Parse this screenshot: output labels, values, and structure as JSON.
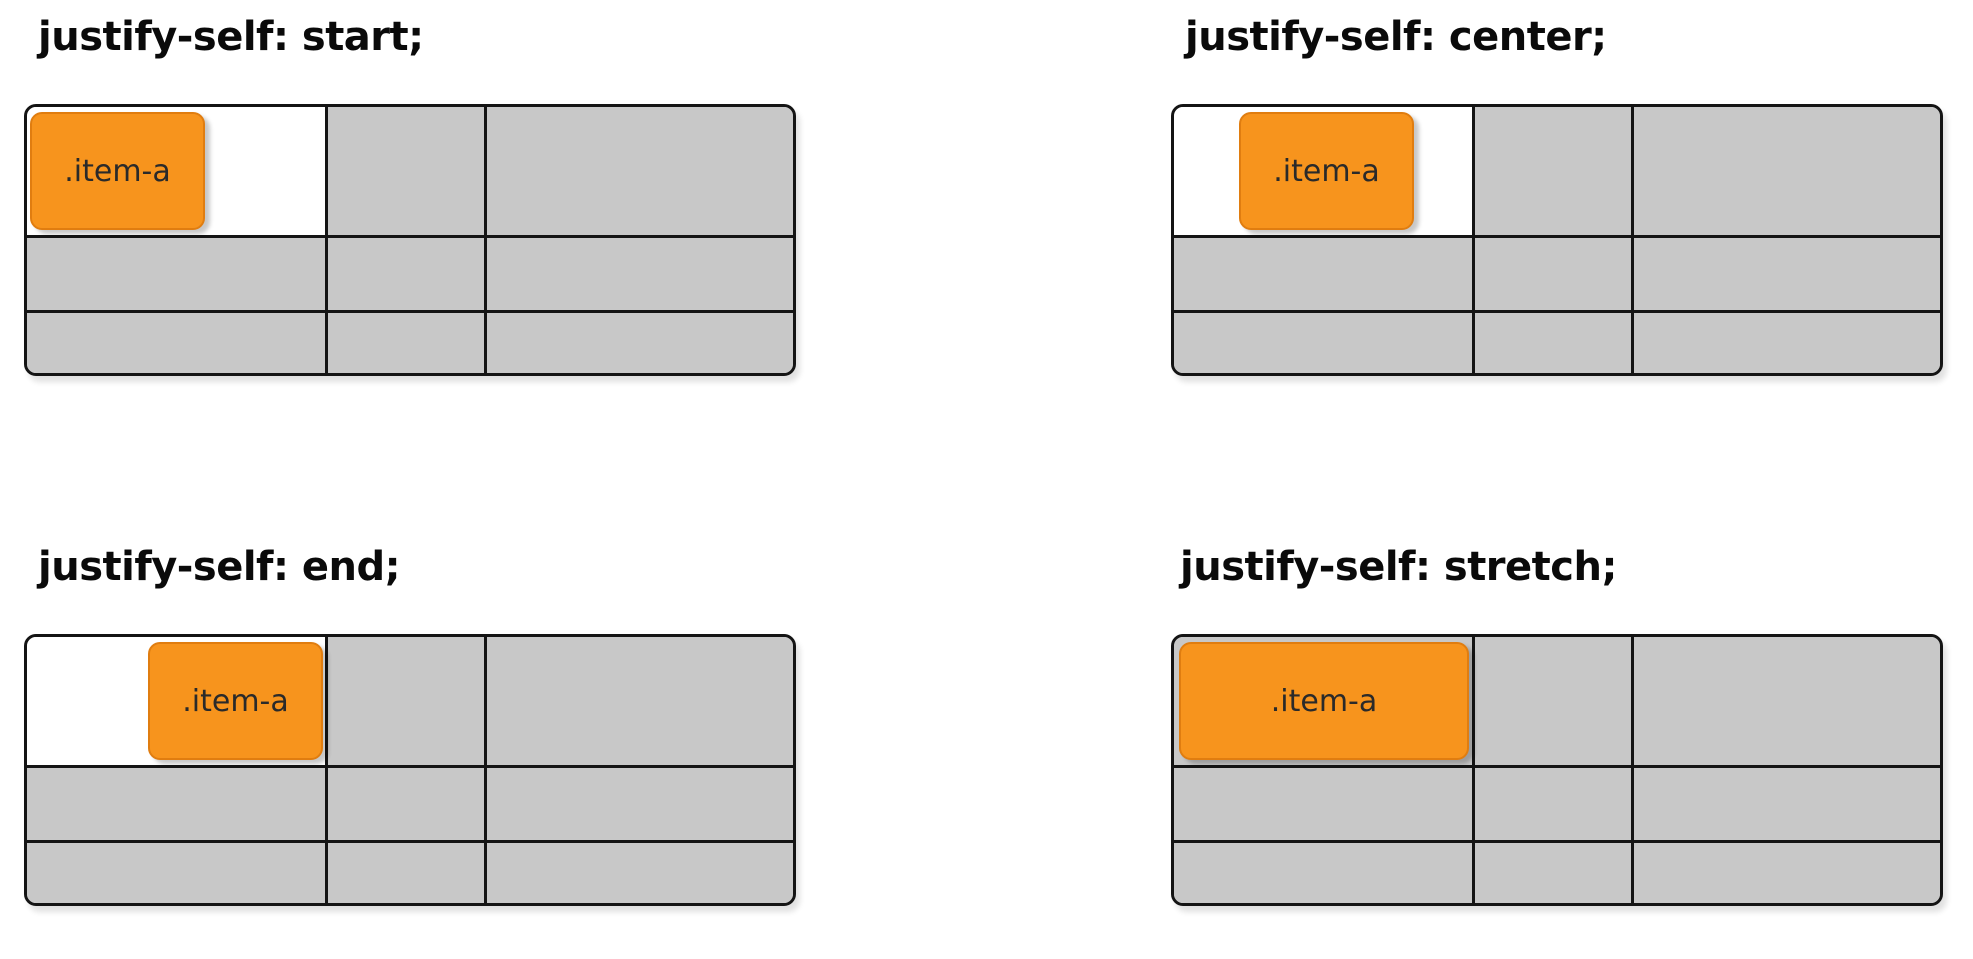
{
  "panels": [
    {
      "title": "justify-self: start;",
      "item_label": ".item-a",
      "justify_self": "start"
    },
    {
      "title": "justify-self: center;",
      "item_label": ".item-a",
      "justify_self": "center"
    },
    {
      "title": "justify-self: end;",
      "item_label": ".item-a",
      "justify_self": "end"
    },
    {
      "title": "justify-self: stretch;",
      "item_label": ".item-a",
      "justify_self": "stretch"
    }
  ],
  "colors": {
    "item_fill": "#f7941d",
    "grid_cell": "#c8c8c8",
    "grid_line": "#141414",
    "highlight_cell": "#ffffff"
  }
}
